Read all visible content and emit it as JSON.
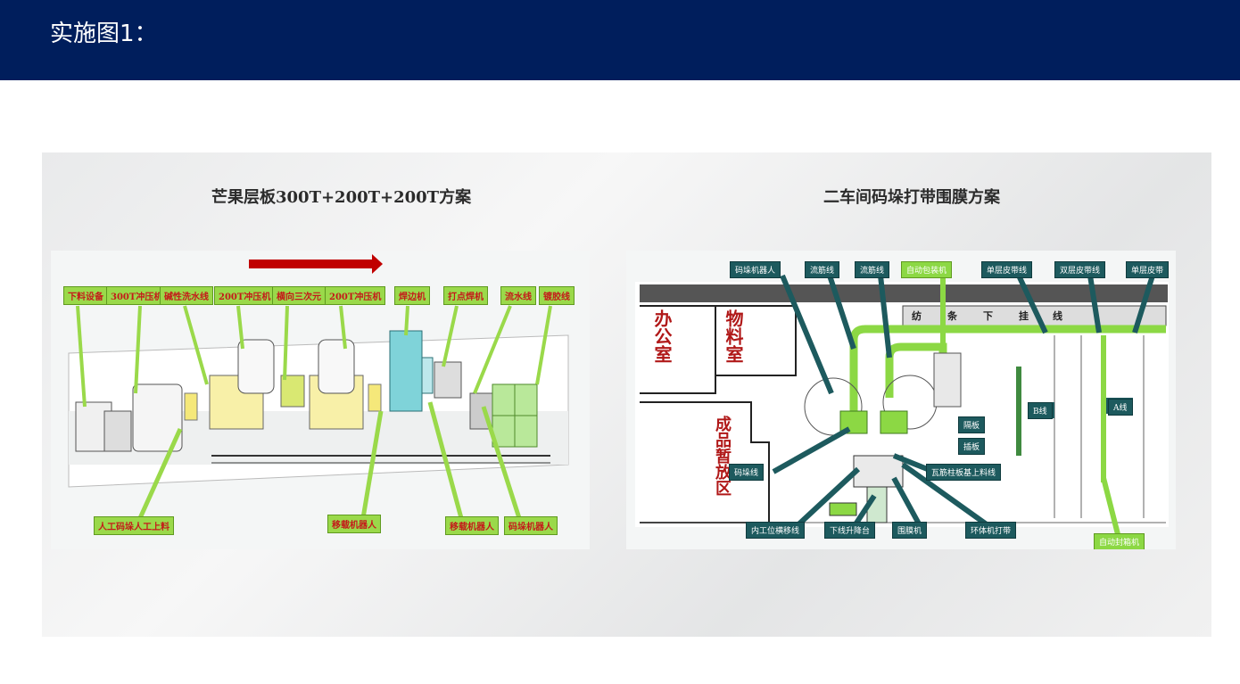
{
  "header": {
    "title": "实施图1："
  },
  "left": {
    "caption": "芒果层板300T+200T+200T方案",
    "labels_top": [
      "下料设备",
      "300T冲压机",
      "碱性洗水线",
      "200T冲压机",
      "横向三次元",
      "200T冲压机",
      "焊边机",
      "打点焊机",
      "流水线",
      "镀胶线"
    ],
    "labels_bottom": [
      "人工码垛人工上料",
      "移载机器人",
      "移载机器人",
      "码垛机器人"
    ]
  },
  "right": {
    "caption": "二车间码垛打带围膜方案",
    "labels_top": [
      "码垛机器人",
      "流筋线",
      "流筋线",
      "自动包装机",
      "单层皮带线",
      "双层皮带线",
      "单层皮带"
    ],
    "labels_mid": [
      "隔板",
      "插板",
      "B线",
      "A线",
      "码垛线",
      "瓦筋柱板基上料线"
    ],
    "labels_bottom": [
      "内工位横移线",
      "下线升降台",
      "围膜机",
      "环体机打带",
      "自动封箱机"
    ],
    "room_labels": [
      "办公室",
      "物料室",
      "成品暂放区",
      "纺",
      "条",
      "下",
      "挂",
      "线"
    ]
  },
  "colors": {
    "header_bg": "#001e5c",
    "green": "#9ad94a",
    "teal": "#1d5a5e",
    "arrow": "#c00000"
  }
}
